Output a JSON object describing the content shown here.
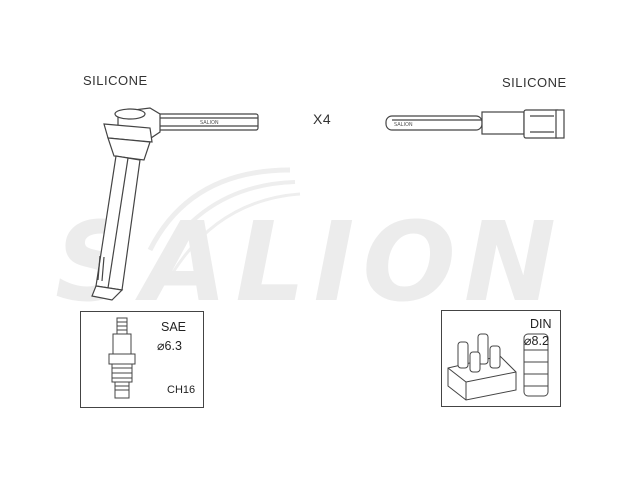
{
  "top_left_label": "SILICONE",
  "top_right_label": "SILICONE",
  "quantity_label": "X4",
  "watermark_text": "SALION",
  "wire_label_left": "SALION",
  "wire_label_right": "SALION",
  "left_box": {
    "type": "SAE",
    "size": "⌀6.3",
    "code": "CH16"
  },
  "right_box": {
    "type": "DIN",
    "size": "⌀8.2"
  },
  "colors": {
    "line": "#444444",
    "watermark": "#ececec"
  }
}
